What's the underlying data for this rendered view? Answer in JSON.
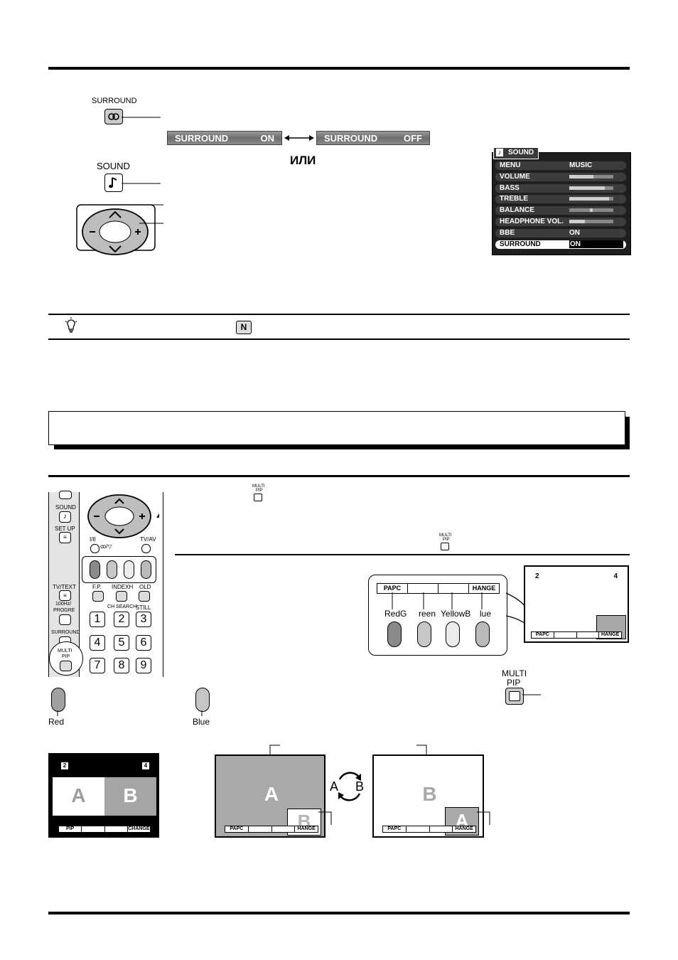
{
  "top": {
    "surround_btn_label": "SURROUND",
    "sound_btn_label": "SOUND",
    "bar_on": {
      "left": "SURROUND",
      "right": "ON"
    },
    "bar_off": {
      "left": "SURROUND",
      "right": "OFF"
    },
    "or_text": "ИЛИ"
  },
  "osd": {
    "title": "SOUND",
    "rows": [
      {
        "label": "MENU",
        "value": "MUSIC"
      },
      {
        "label": "VOLUME",
        "level": 0.55
      },
      {
        "label": "BASS",
        "level": 0.8
      },
      {
        "label": "TREBLE",
        "level": 0.9
      },
      {
        "label": "BALANCE",
        "level": 0.5
      },
      {
        "label": "HEADPHONE VOL.",
        "level": 0.35
      },
      {
        "label": "BBE",
        "value": "ON"
      },
      {
        "label": "SURROUND",
        "value": "ON"
      }
    ]
  },
  "tip": {
    "n_label": "N"
  },
  "remote": {
    "sound": "SOUND",
    "setup": "SET UP",
    "ie": "I/II",
    "tvav": "TV/AV",
    "tvtext": "TV/TEXT",
    "fp": "F.P.",
    "index": "INDEXH",
    "old": "OLD",
    "hz": "100Hz/",
    "progre": "PROGRE",
    "chsearch": "CH SEARCH",
    "still": "STILL",
    "surround": "SURROUND",
    "multi": "MULTI",
    "pip": "PIP",
    "keys": [
      "1",
      "2",
      "3",
      "4",
      "5",
      "6",
      "7",
      "8",
      "9"
    ]
  },
  "multi_icon": {
    "multi": "MULTI",
    "pip": "PIP"
  },
  "colorbar": {
    "segments": [
      "PAPC",
      "",
      "",
      "HANGE"
    ],
    "buttons": [
      "RedG",
      "reen",
      "YellowB",
      "lue"
    ]
  },
  "tvscreen": {
    "left_num": "2",
    "right_num": "4",
    "bar": [
      "PAPC",
      "",
      "",
      "HANGE"
    ]
  },
  "multipip_big": {
    "multi": "MULTI",
    "pip": "PIP"
  },
  "red_label": "Red",
  "blue_label": "Blue",
  "screen1": {
    "left_num": "2",
    "right_num": "4",
    "a": "A",
    "b": "B",
    "bar": [
      "PIP",
      "",
      "",
      "CHANGE"
    ]
  },
  "screen2": {
    "main": "A",
    "sub": "B",
    "bar": [
      "PAPC",
      "",
      "",
      "HANGE"
    ]
  },
  "swap": {
    "a": "A",
    "b": "B"
  },
  "screen3": {
    "main": "B",
    "sub": "A",
    "bar": [
      "PAPC",
      "",
      "",
      "HANGE"
    ]
  }
}
